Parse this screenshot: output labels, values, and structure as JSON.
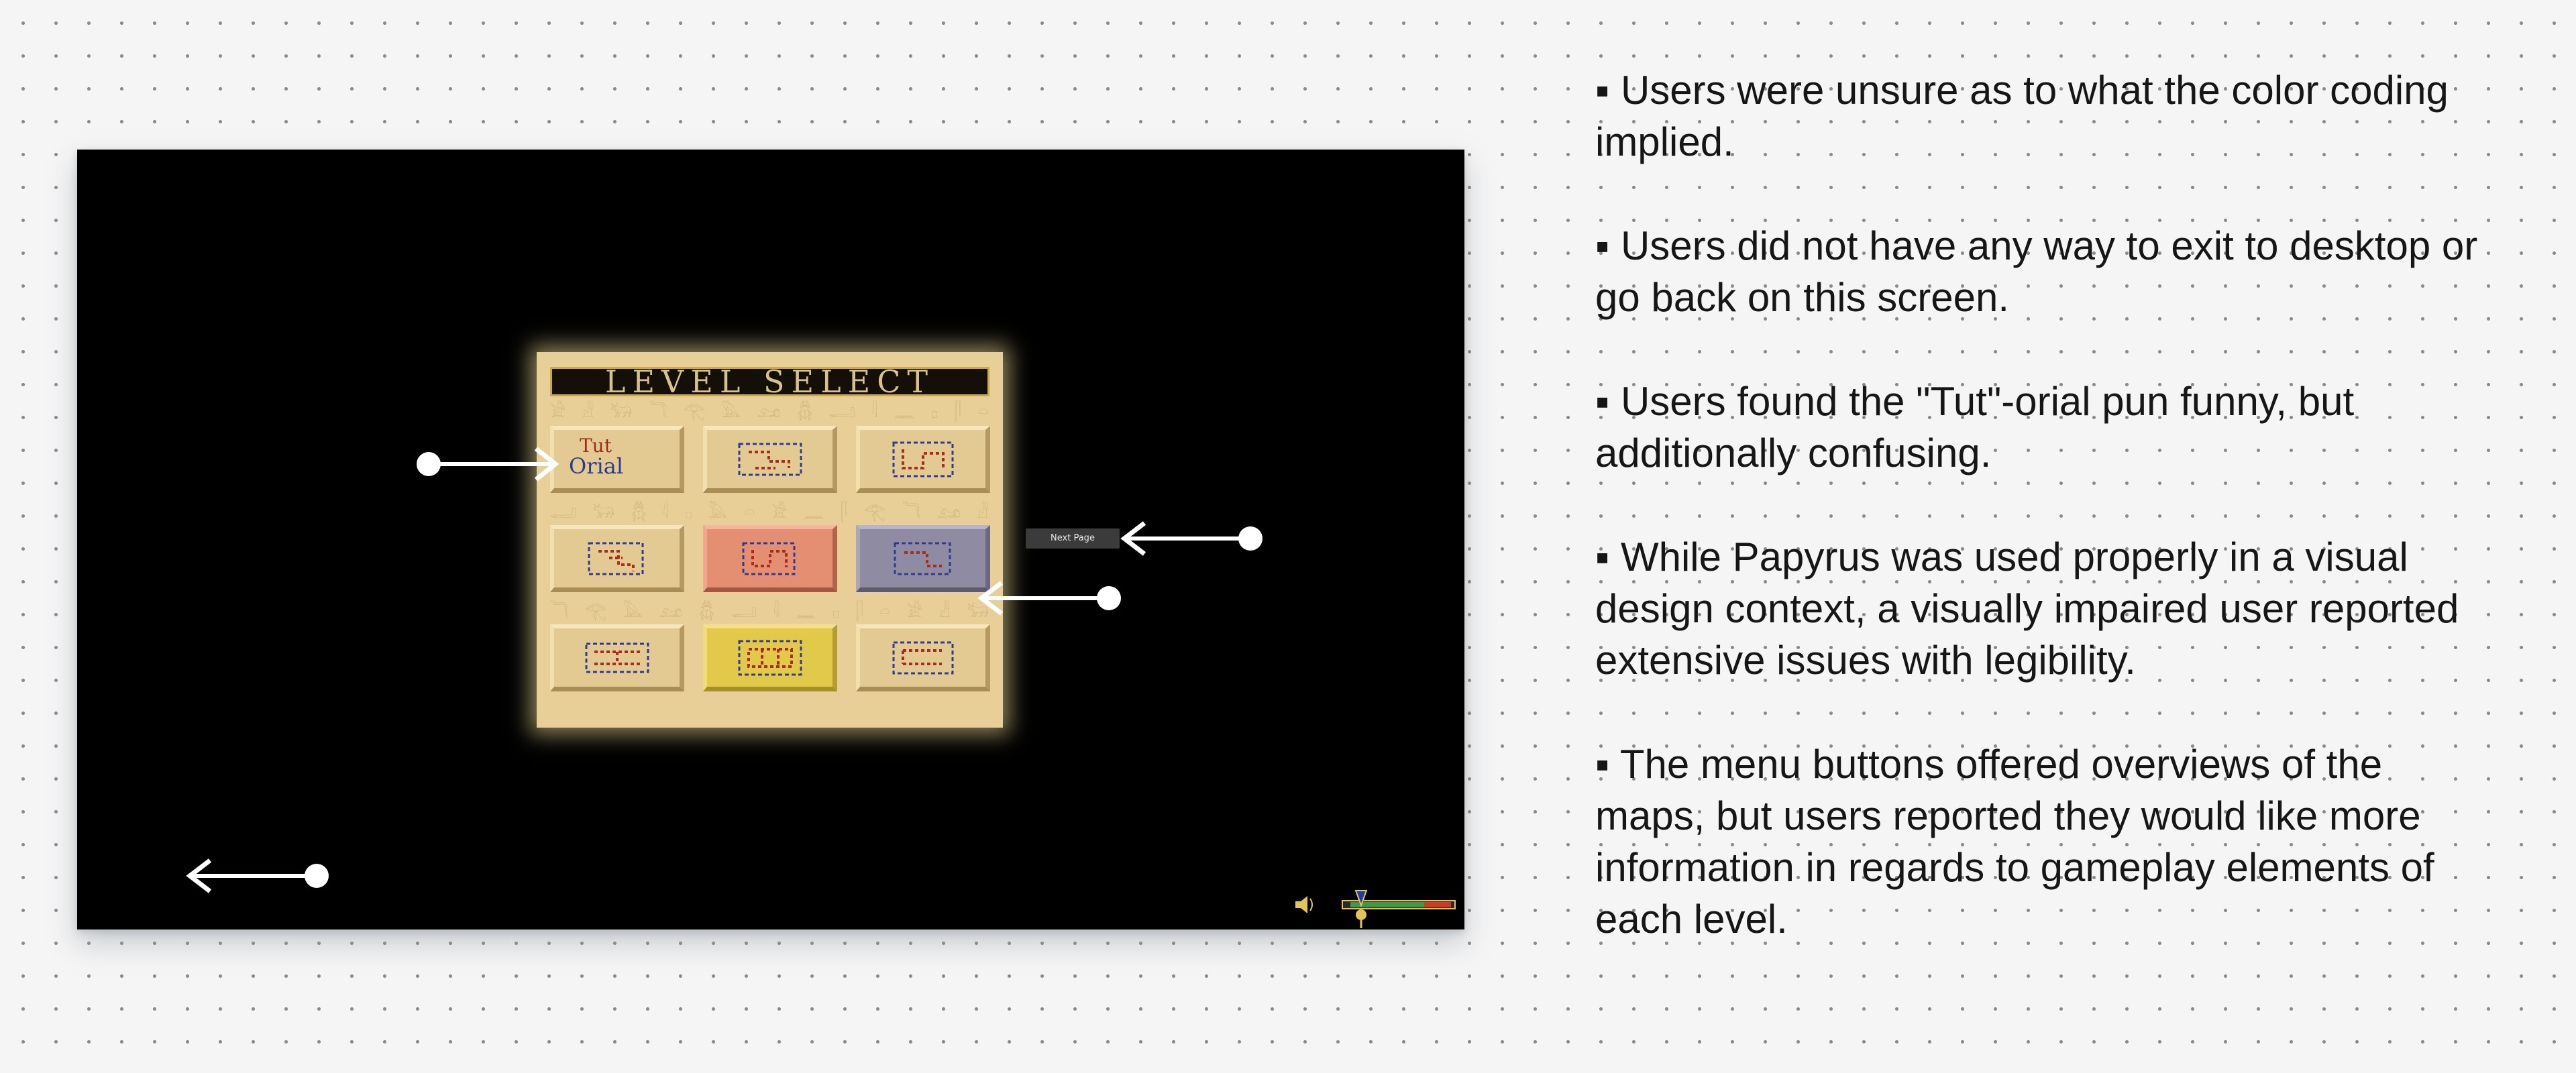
{
  "game": {
    "title": "LEVEL SELECT",
    "glyphs_row1": "𓀀 𓁐 𓃒 𓆓 𓂀 𓅓 𓃭 𓆣 𓂝 𓇋 𓈖 𓊪 𓋴 𓏏 𓀀 𓁐",
    "glyphs_row2": "𓂝 𓃒 𓆣 𓇋 𓊪 𓅓 𓏏 𓀀 𓈖 𓋴 𓂀 𓆓 𓃭 𓁐 𓂝 𓃒",
    "glyphs_row3": "𓆓 𓂀 𓅓 𓃭 𓆣 𓂝 𓇋 𓈖 𓊪 𓋴 𓏏 𓀀 𓁐 𓃒 𓆓 𓂀",
    "tutorial_tile": {
      "line1": "Tut",
      "line2": "Orial"
    },
    "next_page_label": "Next Page",
    "tiles": [
      {
        "color": "plain"
      },
      {
        "color": "plain"
      },
      {
        "color": "plain"
      },
      {
        "color": "plain"
      },
      {
        "color": "red"
      },
      {
        "color": "violet"
      },
      {
        "color": "plain"
      },
      {
        "color": "yellow"
      },
      {
        "color": "plain"
      }
    ]
  },
  "notes": [
    "▪ Users were unsure as to what the color coding implied.",
    "▪ Users did not have any way to exit to desktop or go back on this screen.",
    "▪ Users found the \"Tut\"-orial pun funny, but additionally confusing.",
    "▪ While Papyrus was used properly in a visual design context, a visually impaired user reported extensive issues with legibility.",
    "▪ The menu buttons offered overviews of the maps, but users reported they would like more information in regards to gameplay elements of each level."
  ],
  "colors": {
    "background": "#f5f5f5",
    "panel": "#e7cf97",
    "red_tile": "#e58f72",
    "violet_tile": "#8f8ba3",
    "yellow_tile": "#e2c94a",
    "annotation": "#ffffff"
  }
}
